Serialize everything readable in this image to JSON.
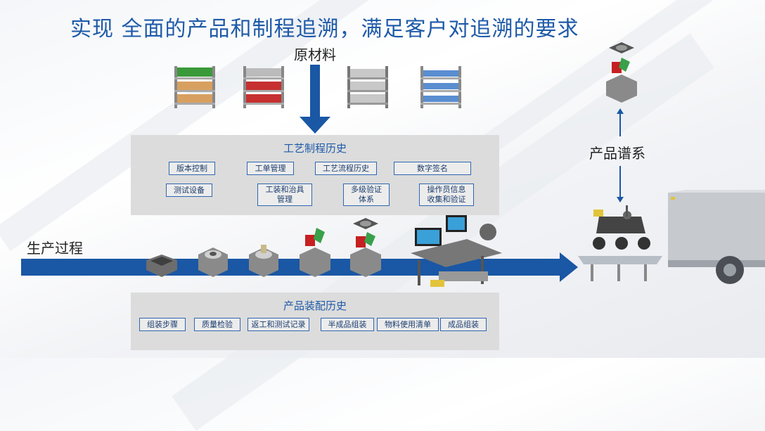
{
  "title": "实现 全面的产品和制程追溯，满足客户对追溯的要求",
  "raw_material_label": "原材料",
  "production_label": "生产过程",
  "genealogy_label": "产品谱系",
  "process_history": {
    "title": "工艺制程历史",
    "tags": [
      "版本控制",
      "工单管理",
      "工艺流程历史",
      "数字签名",
      "测试设备",
      "工装和治具\n管理",
      "多级验证\n体系",
      "操作员信息\n收集和验证"
    ]
  },
  "assembly_history": {
    "title": "产品装配历史",
    "tags": [
      "组装步骤",
      "质量检验",
      "返工和测试记录",
      "半成品组装",
      "物料使用清单",
      "成品组装"
    ]
  },
  "colors": {
    "accent": "#1a57a4",
    "title": "#1e5aa8",
    "panel": "#dcdcdc"
  }
}
